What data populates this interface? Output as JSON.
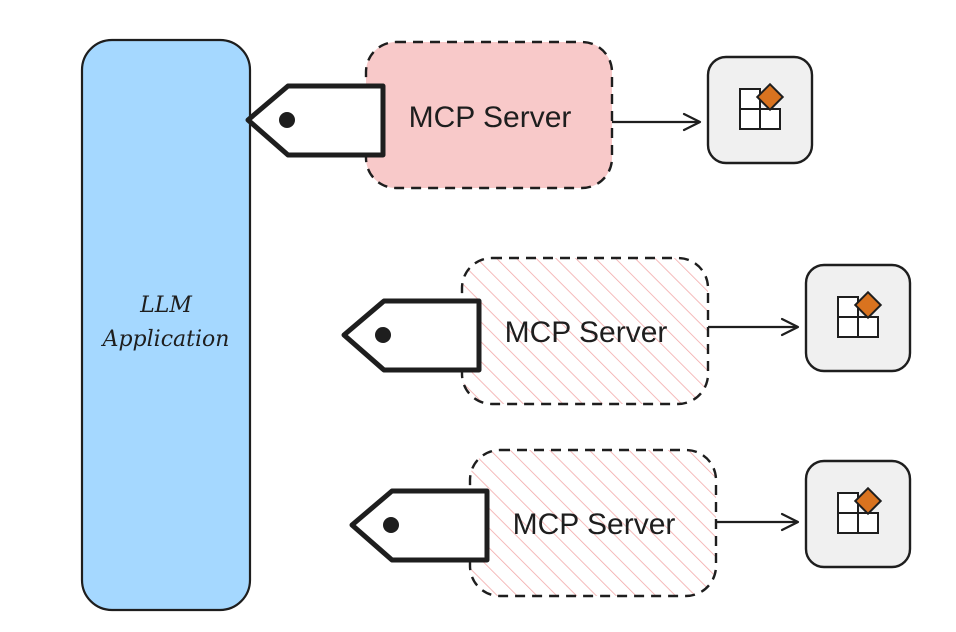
{
  "llm_app": {
    "label_line1": "LLM",
    "label_line2": "Application",
    "fill": "#a5d8ff"
  },
  "servers": [
    {
      "label": "MCP Server",
      "style": "solid",
      "fill": "#f8c9c9"
    },
    {
      "label": "MCP Server",
      "style": "hatched",
      "fill": "#f4b3b3"
    },
    {
      "label": "MCP Server",
      "style": "hatched",
      "fill": "#f4b3b3"
    }
  ],
  "tool_icon": {
    "name": "tool-blocks-icon",
    "accent": "#d9731f",
    "box_fill": "#f0f0f0"
  },
  "colors": {
    "stroke": "#1e1e1e"
  }
}
